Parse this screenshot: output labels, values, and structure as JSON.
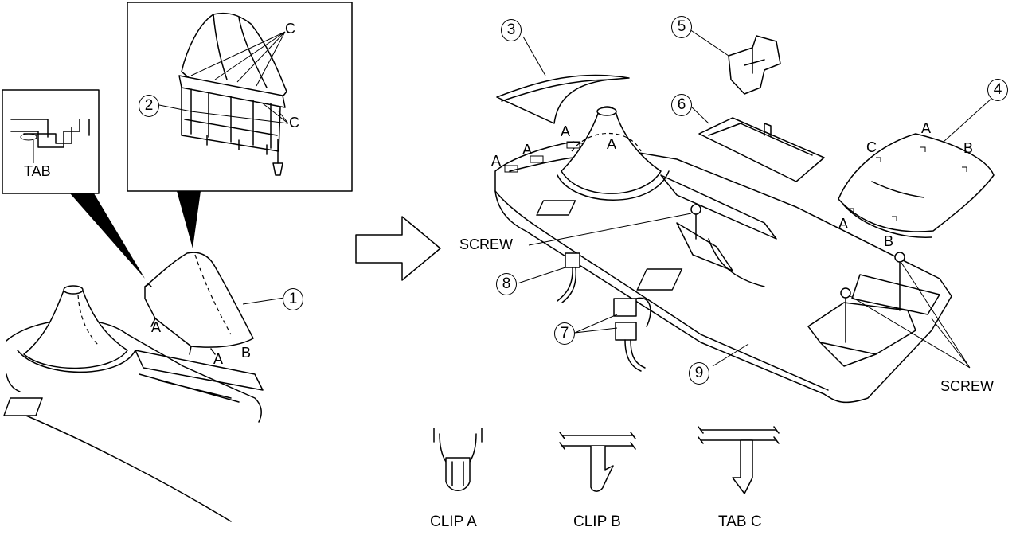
{
  "diagram": {
    "inset_tab": {
      "label": "TAB"
    },
    "inset_clips": {
      "label_c_top": "C",
      "label_c_bottom": "C",
      "part_2": "2"
    },
    "left_view": {
      "part_1": "1",
      "label_a_left": "A",
      "label_a_right": "A",
      "label_b": "B"
    },
    "console_view": {
      "part_3": "3",
      "part_5": "5",
      "part_6": "6",
      "part_4": "4",
      "part_8": "8",
      "part_7": "7",
      "part_9": "9",
      "screw_left": "SCREW",
      "screw_right": "SCREW",
      "a_labels": [
        "A",
        "A",
        "A",
        "A"
      ],
      "panel4_labels": {
        "a_top": "A",
        "b_top": "B",
        "c_left": "C",
        "a_bottom": "A",
        "b_bottom": "B"
      }
    },
    "legend": {
      "clip_a": "CLIP A",
      "clip_b": "CLIP B",
      "tab_c": "TAB C"
    }
  }
}
